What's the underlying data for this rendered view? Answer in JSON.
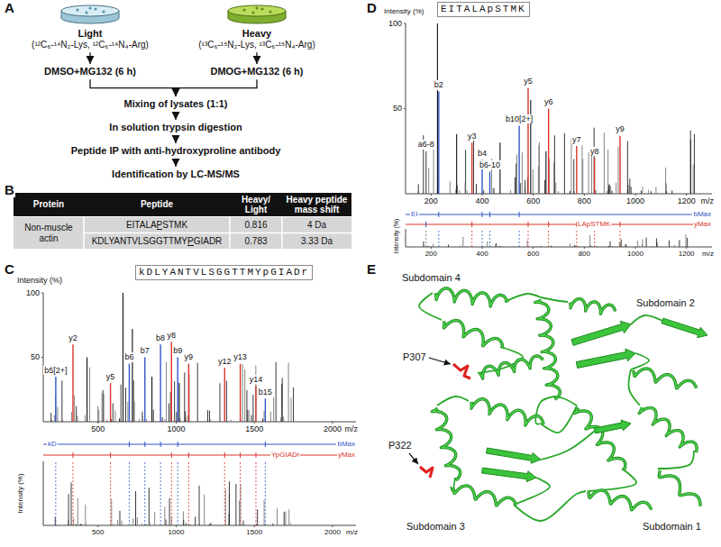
{
  "diagram": {
    "nodes": [
      {
        "text": [
          "Light",
          "(¹²C₆-¹⁴N₂-Lys, ¹²C₆-¹⁴N₄-Arg)"
        ]
      },
      {
        "text": [
          "Heavy",
          "(¹³C₆-¹⁵N₂-Lys, ¹³C₆-¹⁵N₄-Arg)"
        ]
      },
      {
        "text": [
          "DMSO+MG132 (6 h)"
        ]
      },
      {
        "text": [
          "DMOG+MG132 (6 h)"
        ]
      },
      {
        "text": [
          "Mixing of lysates (1:1)"
        ]
      },
      {
        "text": [
          "In solution trypsin digestion"
        ]
      },
      {
        "text": [
          "Peptide IP with anti-hydroxyproline antibody"
        ]
      },
      {
        "text": [
          "Identification by LC-MS/MS"
        ]
      }
    ],
    "edges": [
      {
        "from": 0,
        "to": 2,
        "arrow": "to"
      },
      {
        "from": 1,
        "to": 3,
        "arrow": "to"
      },
      {
        "from": 2,
        "to": 4,
        "arrow": "to"
      },
      {
        "from": 3,
        "to": 4,
        "arrow": "to"
      },
      {
        "from": 4,
        "to": 5,
        "arrow": "to"
      },
      {
        "from": 5,
        "to": 6,
        "arrow": "to"
      },
      {
        "from": 6,
        "to": 7,
        "arrow": "to"
      }
    ],
    "labels": [
      "A",
      "B",
      "C",
      "D",
      "E",
      "Protein",
      "Peptide",
      "Heavy/ Light",
      "Heavy peptide mass shift",
      "Non-muscle actin",
      "EITALAPSTMK",
      "0.816",
      "4 Da",
      "KDLYANTVLSGGTTMYPGIADR",
      "0.783",
      "3.33 Da",
      "kDLYANTVLSGGTTMYpGIADr",
      "Intensity (%)",
      "100",
      "50",
      "500",
      "1000",
      "1500",
      "2000",
      "m/z",
      "y2",
      "b5[2+]",
      "y5",
      "b6",
      "b7",
      "b8",
      "y8",
      "b9",
      "y9",
      "y12",
      "y13",
      "y14",
      "b15",
      "Intensity (%)",
      "500",
      "1000",
      "1500",
      "2000",
      "m/z",
      "kD",
      "YpGIADr",
      "bMax",
      "yMax",
      "EITALApSTMK",
      "Intensity (%)",
      "100",
      "50",
      "200",
      "400",
      "600",
      "800",
      "1000",
      "1200",
      "m/z",
      "a6-8",
      "b2",
      "y3",
      "b4",
      "b6-10",
      "b10[2+]",
      "y5",
      "y6",
      "y7",
      "y8",
      "y9",
      "Intensity (%)",
      "200",
      "400",
      "600",
      "800",
      "1000",
      "1200",
      "m/z",
      "EI",
      "LApSTMK",
      "bMax",
      "yMax",
      "Subdomain 4",
      "Subdomain 2",
      "P307",
      "P322",
      "Subdomain 3",
      "Subdomain 1"
    ]
  }
}
